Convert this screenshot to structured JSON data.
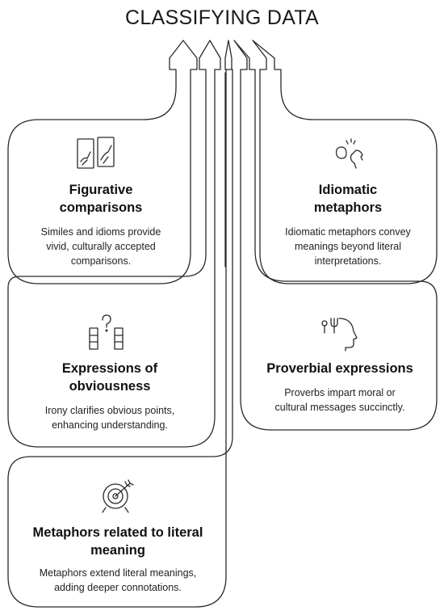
{
  "title": "CLASSIFYING DATA",
  "cards": [
    {
      "heading": "Figurative comparisons",
      "description": "Similes and idioms provide vivid, culturally accepted comparisons.",
      "icon": "hand-drawing-icon"
    },
    {
      "heading": "Idiomatic metaphors",
      "description": "Idiomatic metaphors convey meanings beyond literal interpretations.",
      "icon": "speaking-head-icon"
    },
    {
      "heading": "Expressions of obviousness",
      "description": "Irony clarifies obvious points, enhancing understanding.",
      "icon": "question-blocks-icon"
    },
    {
      "heading": "Proverbial expressions",
      "description": "Proverbs impart moral or cultural messages succinctly.",
      "icon": "head-thought-icon"
    },
    {
      "heading": "Metaphors related to literal meaning",
      "description": "Metaphors extend literal meanings, adding deeper connotations.",
      "icon": "target-arrow-icon"
    }
  ],
  "colors": {
    "stroke": "#2a2a2a",
    "text": "#1a1a1a",
    "background": "#ffffff"
  }
}
